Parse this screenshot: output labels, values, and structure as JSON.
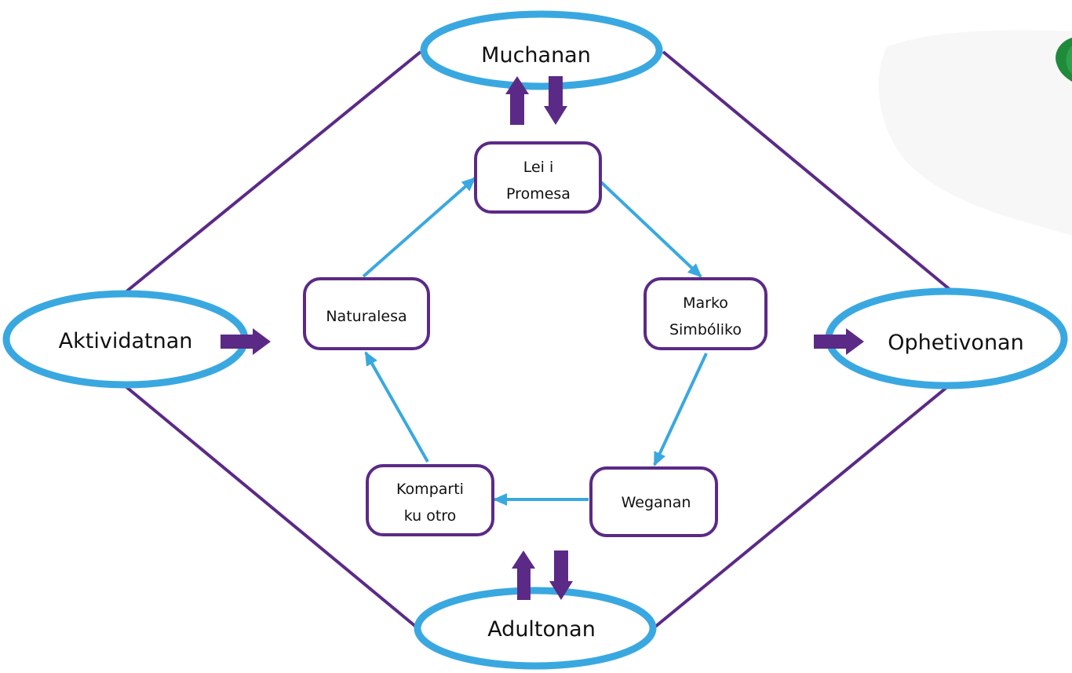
{
  "diagram": {
    "outer_nodes": {
      "top": "Muchanan",
      "left": "Aktividatnan",
      "right": "Ophetivonan",
      "bottom": "Adultonan"
    },
    "cycle_nodes": {
      "lei": [
        "Lei i",
        "Promesa"
      ],
      "marko": [
        "Marko",
        "Simbóliko"
      ],
      "weganan": [
        "Weganan"
      ],
      "komparti": [
        "Komparti",
        "ku otro"
      ],
      "naturalesa": [
        "Naturalesa"
      ]
    },
    "colors": {
      "ellipse_stroke": "#3aa8e0",
      "box_stroke": "#5b2a86",
      "diamond_line": "#5b2a86",
      "cycle_arrow": "#3aa8e0",
      "block_arrow": "#5b2a86",
      "logo_green": "#1e8a3a"
    },
    "icons": {
      "logo": "leaf-logo-icon"
    }
  }
}
